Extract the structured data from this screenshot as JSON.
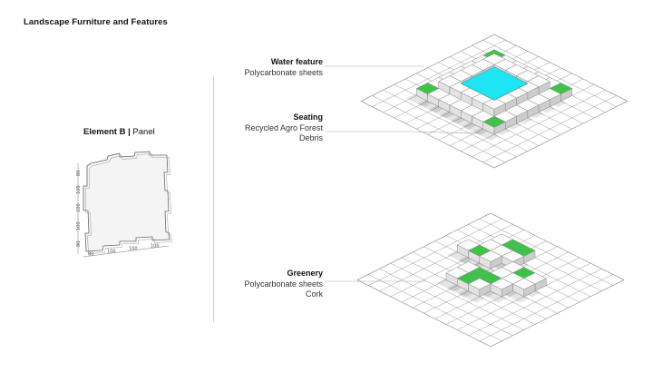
{
  "page_title": "Landscape Furniture and Features",
  "panel": {
    "name": "Element B",
    "separator": "|",
    "type": "Panel",
    "dims_bottom": [
      "80",
      "100",
      "100",
      "100"
    ],
    "dims_left": [
      "80",
      "100",
      "100",
      "100",
      "80"
    ]
  },
  "features": [
    {
      "title": "Water feature",
      "lines": [
        "Polycarbonate sheets"
      ]
    },
    {
      "title": "Seating",
      "lines": [
        "Recycled Agro Forest",
        "Debris"
      ]
    },
    {
      "title": "Greenery",
      "lines": [
        "Polycarbonate sheets",
        "Cork"
      ]
    }
  ],
  "colors": {
    "water": "#1fe4f2",
    "greenery": "#3fc24a",
    "grid_line": "#9a9a9a",
    "leader_line": "#a8a8a8",
    "cube_top": "#fbfbfb",
    "cube_left": "#e2e2e2",
    "cube_right": "#cdcdcd"
  }
}
